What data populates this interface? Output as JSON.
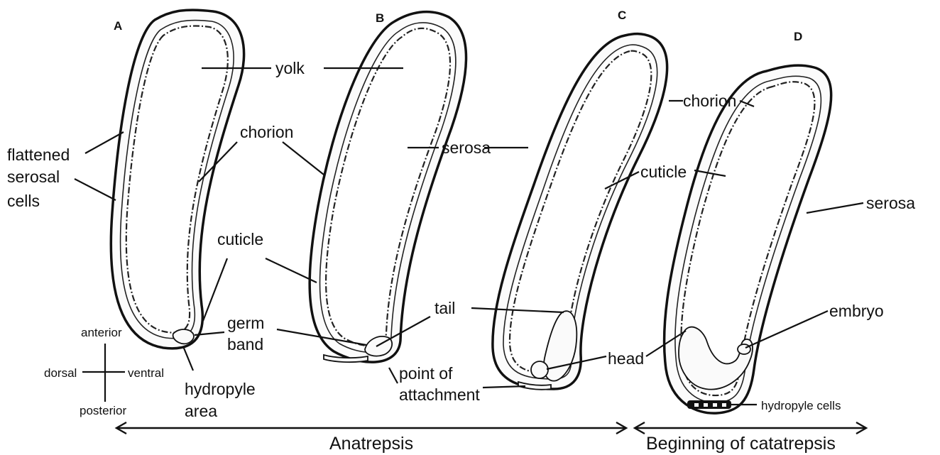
{
  "panels": {
    "a": "A",
    "b": "B",
    "c": "C",
    "d": "D"
  },
  "labels": {
    "yolk": "yolk",
    "chorion_ab": "chorion",
    "chorion_d": "chorion",
    "flattened": "flattened",
    "serosal": "serosal",
    "cells": "cells",
    "serosa_bc": "serosa",
    "serosa_d": "serosa",
    "cuticle_ab": "cuticle",
    "cuticle_cd": "cuticle",
    "germ": "germ",
    "band": "band",
    "hydropyle": "hydropyle",
    "area": "area",
    "tail": "tail",
    "point_of": "point of",
    "attachment": "attachment",
    "head": "head",
    "embryo": "embryo",
    "hydropyle_cells": "hydropyle cells"
  },
  "orientation": {
    "anterior": "anterior",
    "posterior": "posterior",
    "dorsal": "dorsal",
    "ventral": "ventral"
  },
  "phases": {
    "anatrepsis": "Anatrepsis",
    "catatrepsis": "Beginning of catatrepsis"
  }
}
